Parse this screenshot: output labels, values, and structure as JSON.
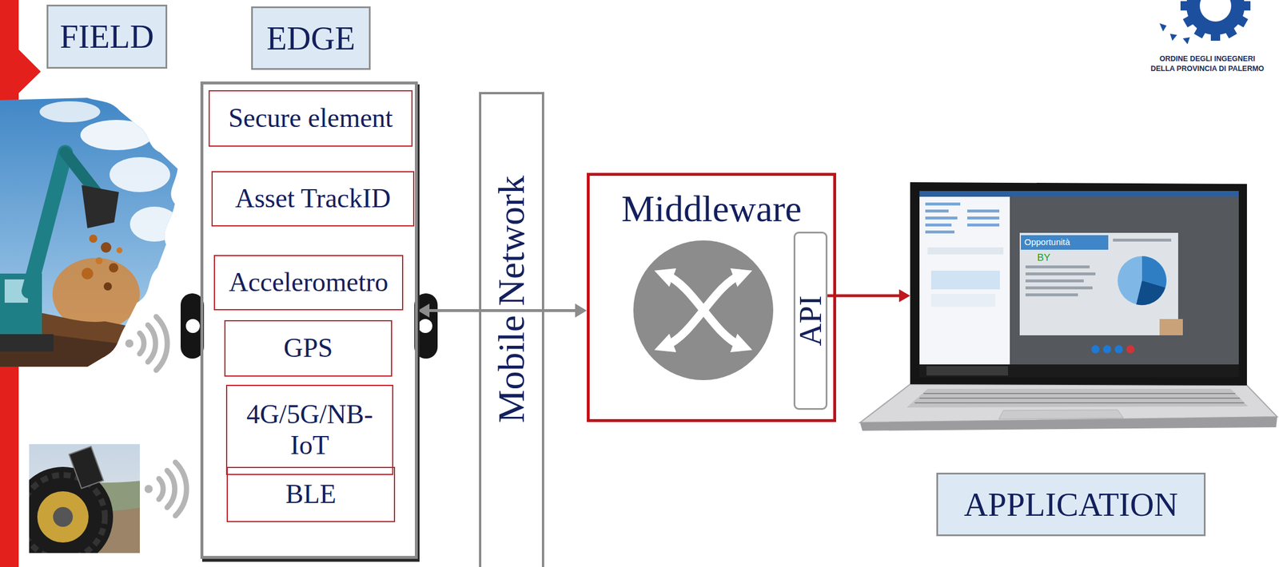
{
  "diagram": {
    "nodes": [
      {
        "text": [
          "FIELD"
        ]
      },
      {
        "text": [
          "EDGE"
        ]
      },
      {
        "text": []
      },
      {
        "text": [
          "Secure element"
        ],
        "in": 2
      },
      {
        "text": [
          "Asset TrackID"
        ],
        "in": 2
      },
      {
        "text": [
          "Accelerometro"
        ],
        "in": 2
      },
      {
        "text": [
          "GPS"
        ],
        "in": 2
      },
      {
        "text": [
          "4G/5G/NB-IoT"
        ],
        "in": 2
      },
      {
        "text": [
          "BLE"
        ],
        "in": 2
      },
      {
        "text": [
          "Mobile Network"
        ]
      },
      {
        "text": [
          "Middleware"
        ]
      },
      {
        "text": [
          "API"
        ],
        "in": 10
      },
      {
        "text": [
          "APPLICATION"
        ]
      }
    ],
    "edges": [
      {
        "from": 2,
        "to": 10,
        "arrow": "both"
      }
    ],
    "labels": [
      "ORDINE DEGLI INGEGNERI",
      "DELLA PROVINCIA DI PALERMO",
      "Opportunità",
      "BY"
    ]
  }
}
